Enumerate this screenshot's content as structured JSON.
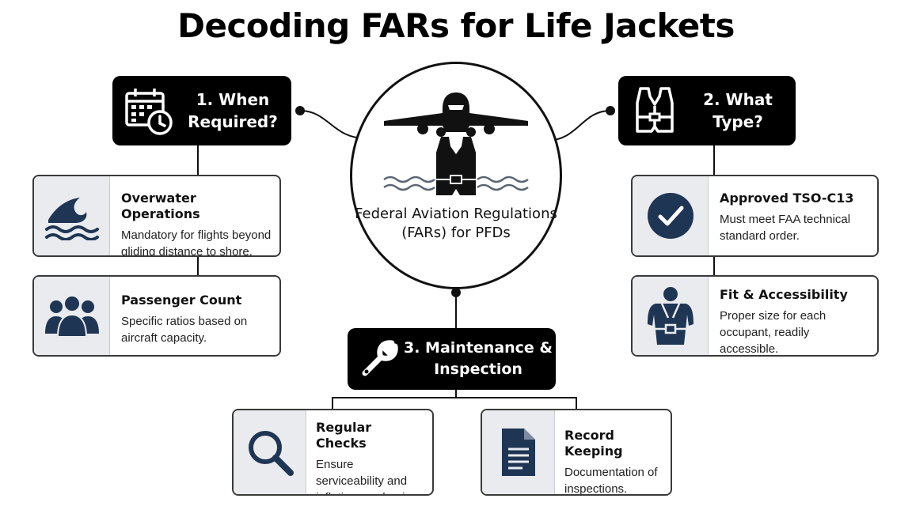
{
  "title": "Decoding FARs for Life Jackets",
  "hub": {
    "text": "Federal Aviation Regulations (FARs) for PFDs",
    "icons": [
      "airplane-icon",
      "life-jacket-icon",
      "water-waves-icon"
    ]
  },
  "sections": {
    "when": {
      "heading": "1. When Required?",
      "icon": "calendar-clock-icon",
      "cards": [
        {
          "title": "Overwater Operations",
          "description": "Mandatory for flights beyond gliding distance to shore.",
          "icon": "wave-icon"
        },
        {
          "title": "Passenger Count",
          "description": "Specific ratios based on aircraft capacity.",
          "icon": "people-icon"
        }
      ]
    },
    "type": {
      "heading": "2. What Type?",
      "icon": "life-vest-icon",
      "cards": [
        {
          "title": "Approved TSO-C13",
          "description": "Must meet FAA technical standard order.",
          "icon": "checkmark-icon"
        },
        {
          "title": "Fit & Accessibility",
          "description": "Proper size for each occupant, readily accessible.",
          "icon": "person-vest-icon"
        }
      ]
    },
    "maintenance": {
      "heading": "3. Maintenance & Inspection",
      "icon": "wrench-icon",
      "cards": [
        {
          "title": "Regular Checks",
          "description": "Ensure serviceability and inflation mechanism.",
          "icon": "magnifier-icon"
        },
        {
          "title": "Record Keeping",
          "description": "Documentation of inspections.",
          "icon": "document-icon"
        }
      ]
    }
  },
  "colors": {
    "header_bg": "#000000",
    "header_text": "#ffffff",
    "icon_navy": "#1f3554",
    "icon_panel": "#e9ebef",
    "card_border": "#3a3a3a"
  }
}
